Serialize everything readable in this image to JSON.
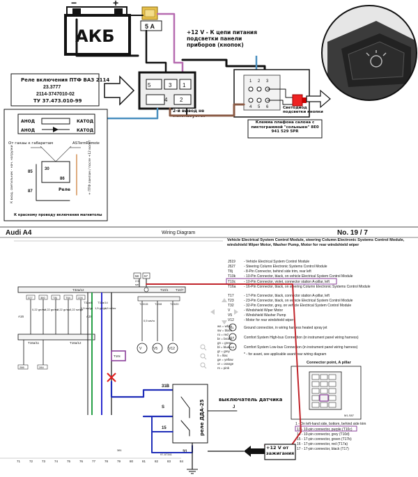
{
  "top": {
    "battery_label": "АКБ",
    "fuse_label": "5 А",
    "backlight_note": "+12 V - К цепи питания подсветки панели приборов (кнопок)",
    "relay_title": [
      "Реле включения ПТФ ВАЗ 2114",
      "23.3777",
      "2114-3747010-02",
      "ТУ 37.473.010-99"
    ],
    "pin_labels": [
      "1",
      "2",
      "3",
      "4",
      "5"
    ],
    "pin_note": "2-й вывод не используется",
    "button_pins": [
      "1",
      "2",
      "3",
      "4",
      "5",
      "6"
    ],
    "led_label": "Светодиод подсветки кнопки",
    "button_clip_label": "Клемма плафона салона с пиктограммой \"сольныен\" 8E0 941 529 5PR",
    "legend": {
      "anode1": "АНОД",
      "cathode1": "КАТОД",
      "anode2": "АНОД",
      "cathode2": "КАТОД",
      "from_dimension": "От гакаы к габаритам",
      "remote_label": "ASTermRemote",
      "n85": "85",
      "n30": "30",
      "n86": "86",
      "n87": "87",
      "relay_word": "Реле",
      "side_note_1": "К вход. светильник - нач. нагрузки",
      "side_note_2": "+ ПТФ лампам / после +12 вольт",
      "bottom_note": "К красному проводу включения магнитолы"
    }
  },
  "wd": {
    "title_left": "Audi A4",
    "title_center": "Wiring Diagram",
    "title_right": "No.  19 / 7",
    "description": "Vehicle Electrical System Control Module, steering Column Electronic Systems Control Module, windshield Wiper Motor, Washer Pump, Motor for rear windshield wiper",
    "legend_items": [
      {
        "code": "J519",
        "text": "- Vehicle Electrical System Control Module"
      },
      {
        "code": "J527",
        "text": "- Steering Column Electronic Systems Control Module"
      },
      {
        "code": "T8j",
        "text": "- 8-Pin Connector, behind side trim, rear left"
      },
      {
        "code": "T10k",
        "text": "- 10-Pin Connector, black, on vehicle Electrical System Control Module"
      },
      {
        "code": "T10c",
        "text": "- 10-Pin Connector, violet, connector station A-pillar, left"
      },
      {
        "code": "T16a",
        "text": "- 16-Pin Connector, black, on steering Column Electronic Systems Control Module"
      },
      {
        "code": "T17",
        "text": "- 17-Pin Connector, black, connector station A-pillar, left"
      },
      {
        "code": "T23",
        "text": "- 23-Pin Connector, black, on vehicle Electrical System Control Module"
      },
      {
        "code": "T32",
        "text": "- 32-Pin Connector, grey, on vehicle Electrical System Control Module"
      },
      {
        "code": "V",
        "text": "- Windshield Wiper Motor"
      },
      {
        "code": "V5",
        "text": "- Windshield Washer Pump"
      },
      {
        "code": "V12",
        "text": "- Motor for rear windshield wiper"
      }
    ],
    "ground_items": [
      {
        "code": "381",
        "text": "Ground connection, in wiring harness heated spray jet"
      },
      {
        "code": "A16",
        "text": "Comfort System High-bus Connection (in instrument panel wiring harness)"
      },
      {
        "code": "A18",
        "text": "Comfort System Low-bus Connection (in instrument panel wiring harness)"
      }
    ],
    "asterisk_note": "* - for avant, see applicable avant rear wiring diagram",
    "color_codes": [
      "ws = white",
      "sw = black",
      "ro = red",
      "br = brown",
      "gn = green",
      "bl = blue",
      "gr = grey",
      "li = lilac",
      "ge = yellow",
      "or = orange",
      "rs = pink"
    ],
    "connector_title": "Connector point, A pillar",
    "connector_ref": "M1-S87",
    "connector_notes_head": "1 - On left-hand side, bottom, behind side trim",
    "connector_notes": [
      "13 - 10-pin connector, purple (T10c)",
      "14 - 10-pin connector, grey (T10d)",
      "15 - 17-pin connector, green (T17b)",
      "16 - 17-pin connector, red (T17a)",
      "17 - 17-pin connector, black (T17)"
    ],
    "top_codes": [
      "58",
      "57",
      "2.5",
      "sw"
    ],
    "fuses_small": [
      "227",
      "360",
      "T8j",
      "T64",
      "226"
    ],
    "left_wire_labels": [
      "0,22 ge/sw",
      "0,22 gn/sw",
      "0,22 gr/sw",
      "0,22 sw/ge"
    ],
    "left_markers": [
      "A16",
      "A18"
    ],
    "mid_labels": [
      "T32a/12",
      "T32a/8",
      "T32a/14",
      "1,5 sw/ge",
      "1,5 ge/gn",
      "1,5 ro/sw"
    ],
    "right_labels": [
      "T23/15",
      "T23/8",
      "T23/20",
      "0,5 ws/ro",
      "V5",
      "V12",
      "V",
      "T10/1",
      "T10/7"
    ],
    "bottom_connector_left": "T16a/11",
    "bottom_connector_right": "T16a/12",
    "lower_codes": [
      "286",
      "284",
      "381"
    ],
    "grid_numbers": [
      "71",
      "72",
      "73",
      "74",
      "75",
      "76",
      "77",
      "78",
      "79",
      "80",
      "81",
      "82",
      "83",
      "84"
    ],
    "page_code": "97-57341",
    "relay_label": "реле ДДА-25",
    "relay_pins": [
      "31B",
      "S",
      "15",
      "31"
    ],
    "switch_label": "выключатель датчика",
    "switch_pin": "J",
    "plus12_label": "+12 V от зажигания",
    "t10c_label": "T10c"
  }
}
